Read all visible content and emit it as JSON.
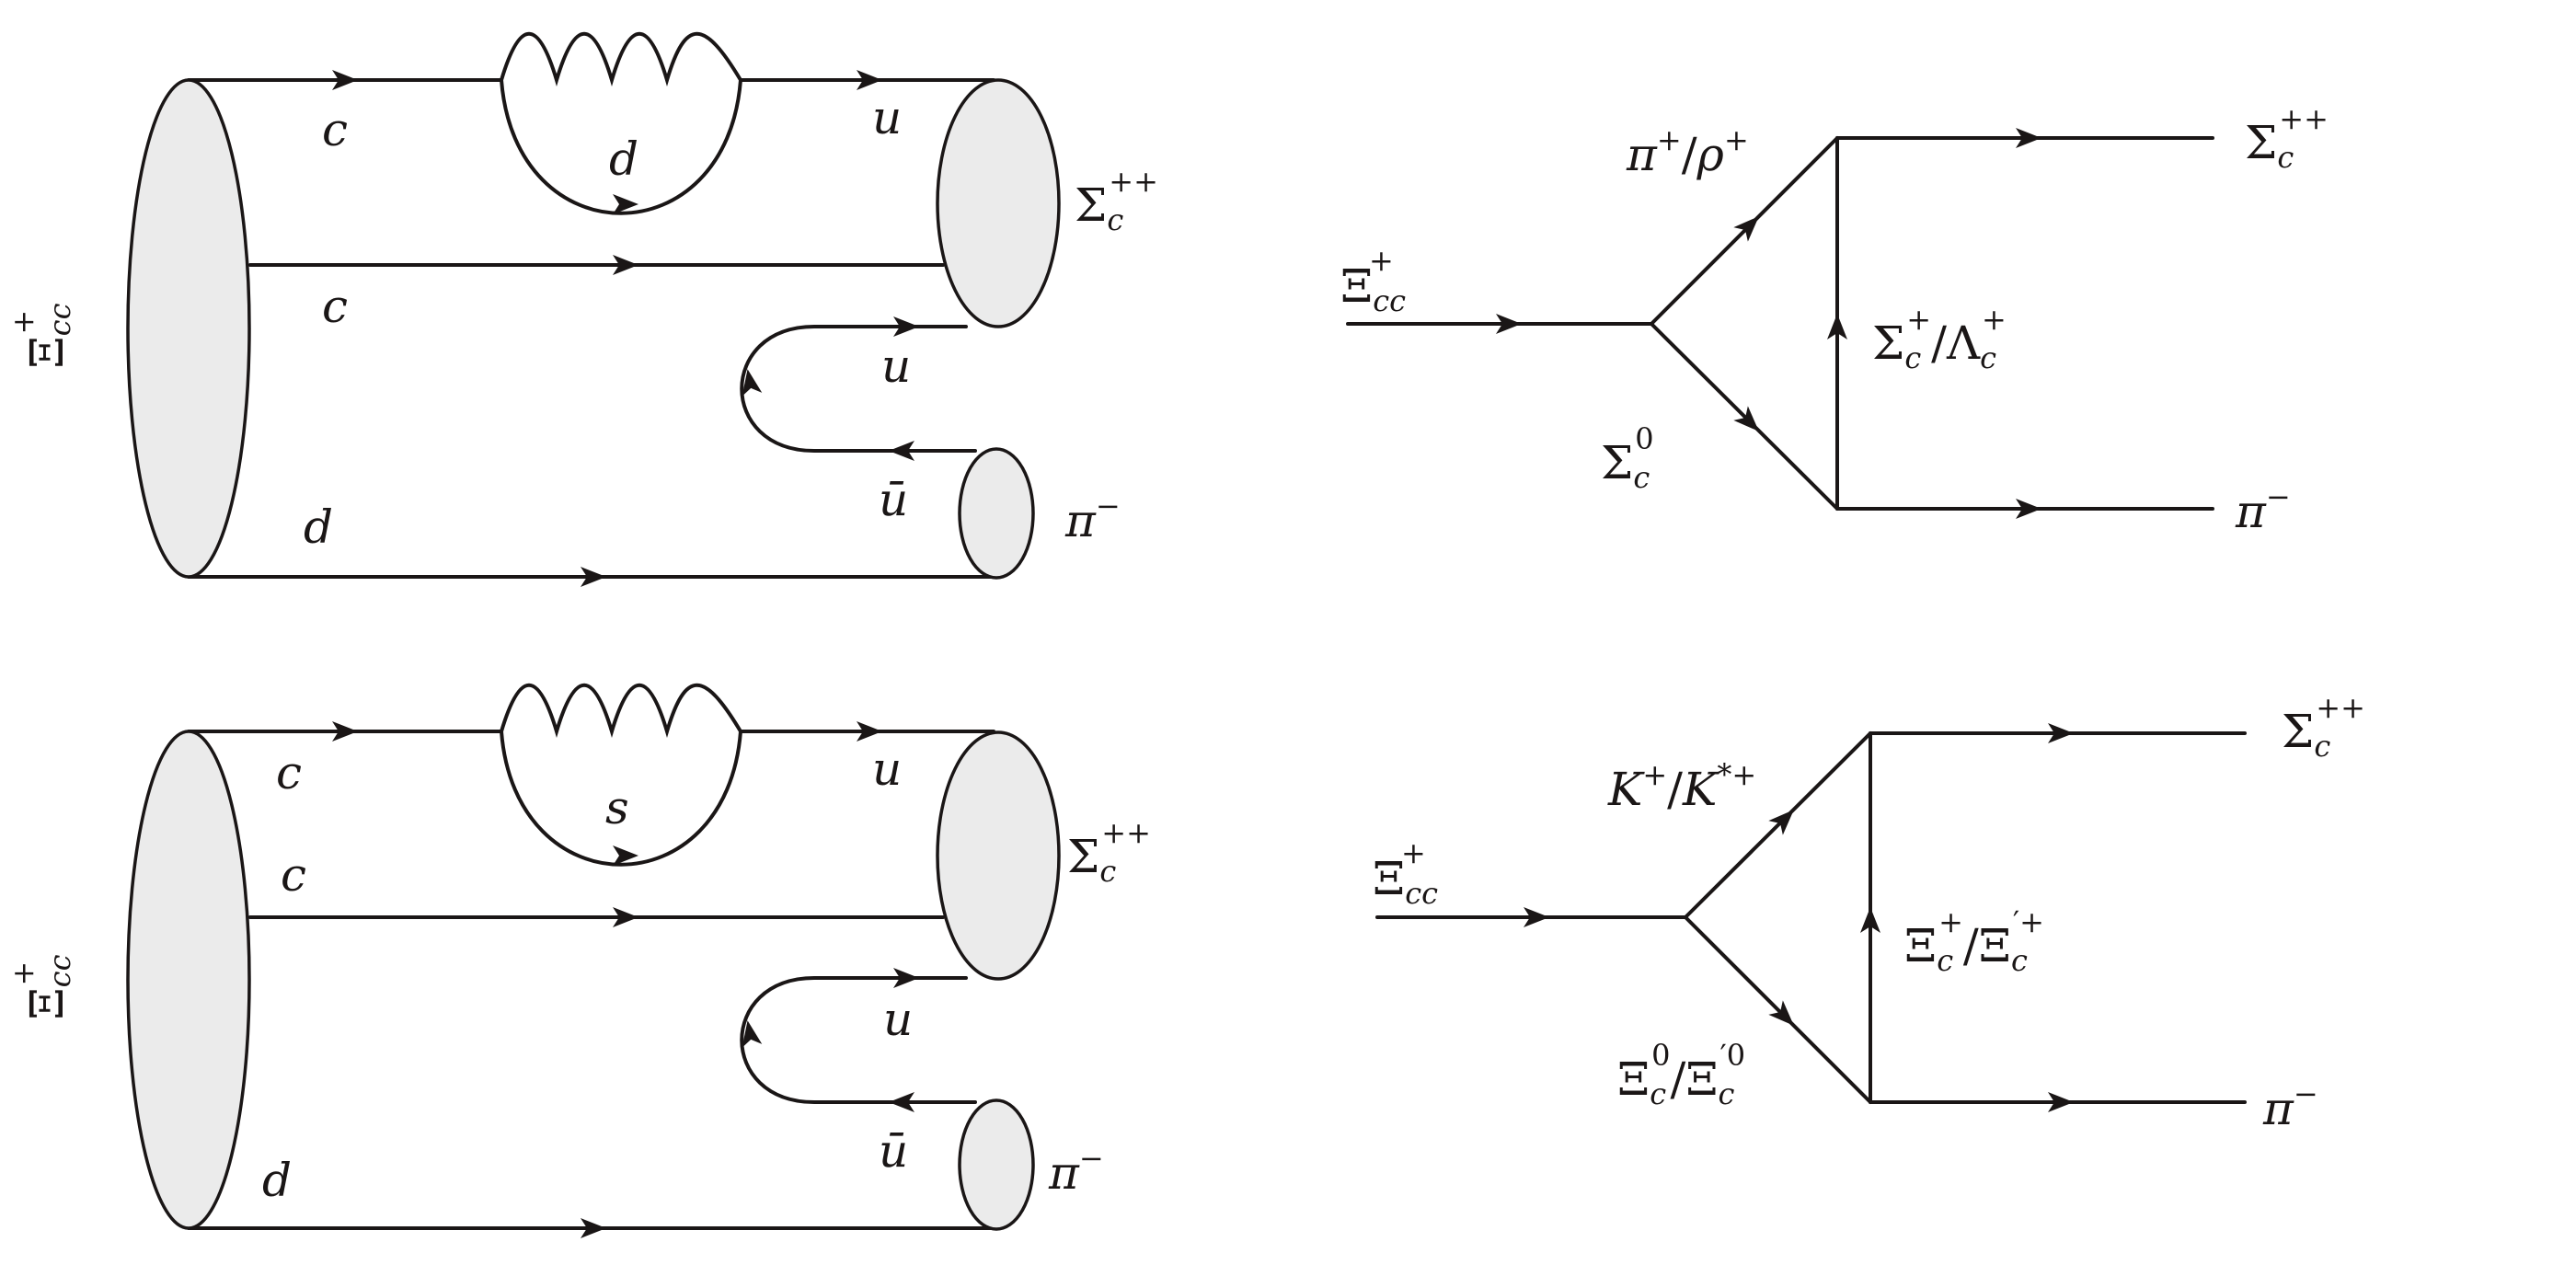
{
  "colors": {
    "ink": "#1a1616",
    "blob_fill": "#ebebeb",
    "background": "#ffffff"
  },
  "top_left": {
    "initial": {
      "base": "Ξ",
      "sub": "cc",
      "sup": "+"
    },
    "quark_c1": "c",
    "quark_d_loop": "d",
    "quark_u1": "u",
    "quark_c2": "c",
    "quark_u2": "u",
    "quark_ubar": "ū",
    "quark_d": "d",
    "final_baryon": {
      "base": "Σ",
      "sub": "c",
      "sup": "++"
    },
    "final_meson": {
      "base": "π",
      "sup": "−"
    }
  },
  "bottom_left": {
    "initial": {
      "base": "Ξ",
      "sub": "cc",
      "sup": "+"
    },
    "quark_c1": "c",
    "quark_s_loop": "s",
    "quark_u1": "u",
    "quark_c2": "c",
    "quark_u2": "u",
    "quark_ubar": "ū",
    "quark_d": "d",
    "final_baryon": {
      "base": "Σ",
      "sub": "c",
      "sup": "++"
    },
    "final_meson": {
      "base": "π",
      "sup": "−"
    }
  },
  "top_right": {
    "initial": {
      "base": "Ξ",
      "sub": "cc",
      "sup": "+"
    },
    "exchange_upper": {
      "a": "π",
      "a_sup": "+",
      "sep": "/",
      "b": "ρ",
      "b_sup": "+"
    },
    "exchange_lower": {
      "base": "Σ",
      "sub": "c",
      "sup": "0"
    },
    "vertical": {
      "a": "Σ",
      "a_sub": "c",
      "a_sup": "+",
      "sep": "/",
      "b": "Λ",
      "b_sub": "c",
      "b_sup": "+"
    },
    "final_baryon": {
      "base": "Σ",
      "sub": "c",
      "sup": "++"
    },
    "final_meson": {
      "base": "π",
      "sup": "−"
    }
  },
  "bottom_right": {
    "initial": {
      "base": "Ξ",
      "sub": "cc",
      "sup": "+"
    },
    "exchange_upper": {
      "a": "K",
      "a_sup": "+",
      "sep": "/",
      "b": "K",
      "b_sup": "*+"
    },
    "exchange_lower": {
      "a": "Ξ",
      "a_sub": "c",
      "a_sup": "0",
      "sep": "/",
      "b": "Ξ",
      "b_sub": "c",
      "b_sup": "′0"
    },
    "vertical": {
      "a": "Ξ",
      "a_sub": "c",
      "a_sup": "+",
      "sep": "/",
      "b": "Ξ",
      "b_sub": "c",
      "b_sup": "′+"
    },
    "final_baryon": {
      "base": "Σ",
      "sub": "c",
      "sup": "++"
    },
    "final_meson": {
      "base": "π",
      "sup": "−"
    }
  }
}
